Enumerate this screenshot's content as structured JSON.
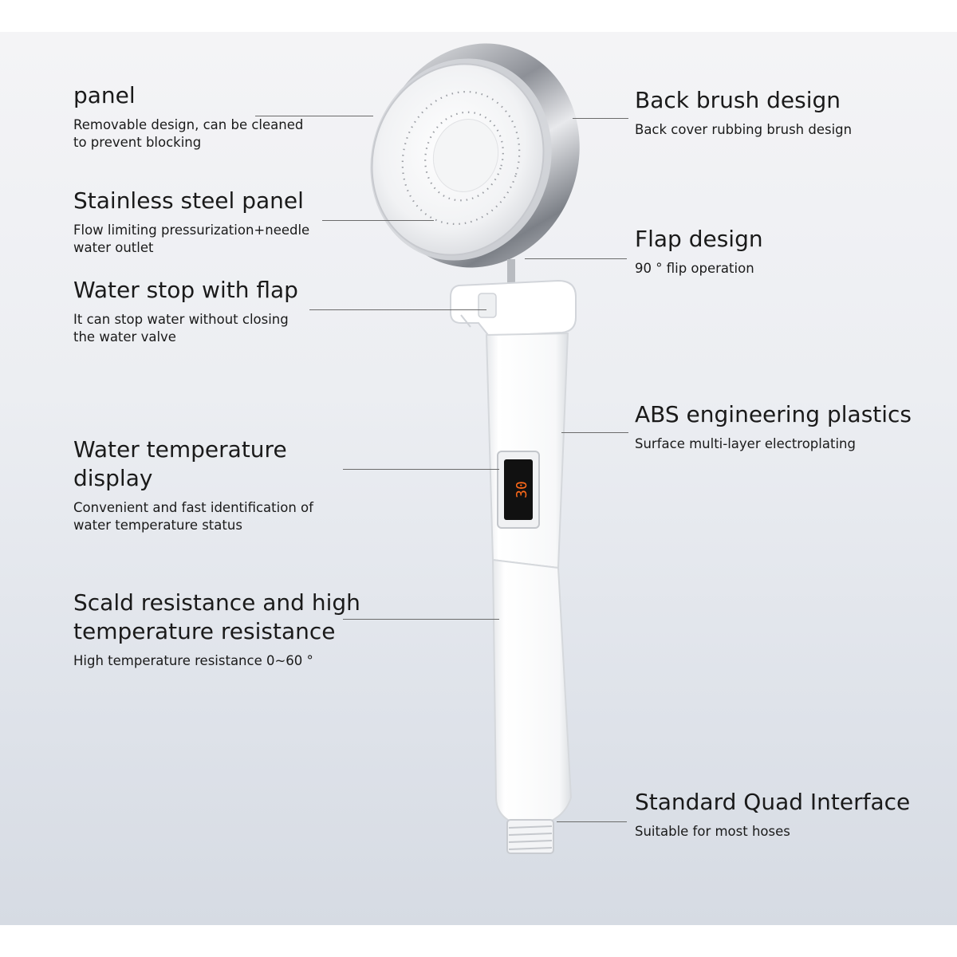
{
  "callouts_left": [
    {
      "title": "panel",
      "desc": [
        "Removable design, can be cleaned",
        "to prevent blocking"
      ]
    },
    {
      "title": "Stainless steel panel",
      "desc": [
        "Flow limiting pressurization+needle",
        "water outlet"
      ]
    },
    {
      "title": "Water stop with flap",
      "desc": [
        "It can stop water without closing",
        "the water valve"
      ]
    },
    {
      "title": "Water temperature display",
      "desc": [
        "Convenient and fast identification of",
        "water temperature status"
      ]
    },
    {
      "title": [
        "Scald resistance and high",
        "temperature resistance"
      ],
      "desc": [
        "High temperature resistance 0~60 °"
      ]
    }
  ],
  "callouts_right": [
    {
      "title": "Back brush design",
      "desc": [
        "Back cover rubbing brush design"
      ]
    },
    {
      "title": "Flap design",
      "desc": [
        "90 ° flip operation"
      ]
    },
    {
      "title": "ABS engineering plastics",
      "desc": [
        "Surface multi-layer electroplating"
      ]
    },
    {
      "title": "Standard Quad Interface",
      "desc": [
        "Suitable for most hoses"
      ]
    }
  ],
  "display": {
    "reading": "30"
  },
  "colors": {
    "background_top": "#f4f4f6",
    "background_bottom": "#d6dbe3",
    "body": "#ffffff",
    "chrome": "#a9acb2",
    "display_digits": "#ff6a1a",
    "display_screen": "#111111"
  }
}
